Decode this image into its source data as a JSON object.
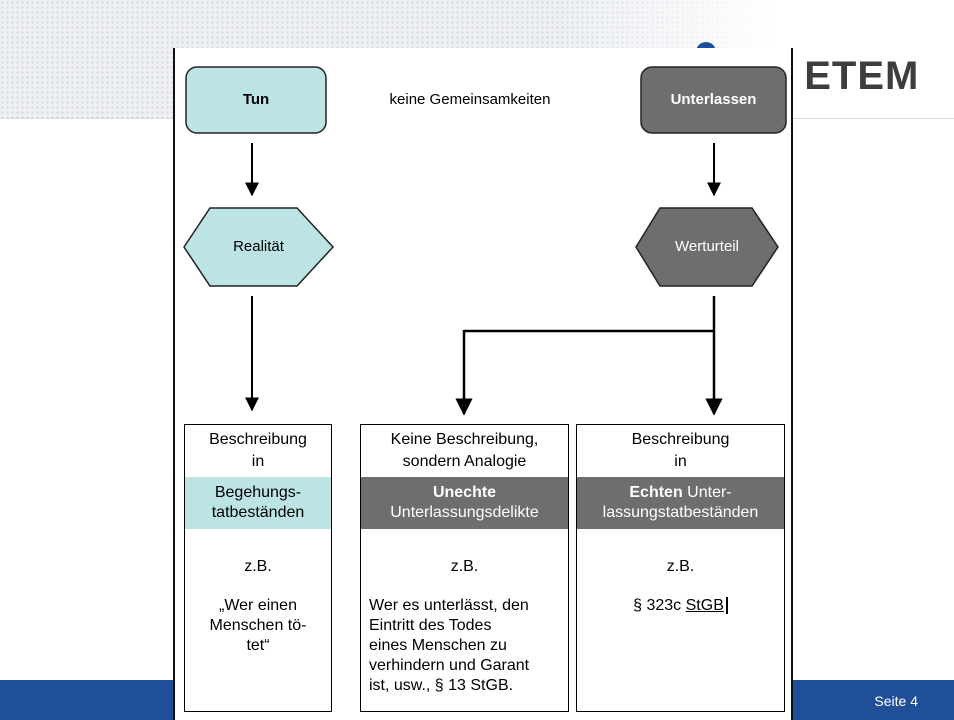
{
  "header": {
    "logo_text": "G ETEM"
  },
  "footer": {
    "page": "Seite 4"
  },
  "diagram": {
    "top_left_node": "Tun",
    "top_middle_text": "keine Gemeinsamkeiten",
    "top_right_node": "Unterlassen",
    "hex_left": "Realität",
    "hex_right": "Werturteil",
    "columns": [
      {
        "head": [
          "Beschreibung",
          "in"
        ],
        "band": [
          "Begehungs-",
          "tatbeständen"
        ],
        "zb": "z.B.",
        "example": [
          "„Wer einen",
          "Menschen tö-",
          "tet“"
        ]
      },
      {
        "head": [
          "Keine Beschreibung,",
          "sondern Analogie"
        ],
        "band_bold": "Unechte",
        "band_rest": "Unterlassungsdelikte",
        "zb": "z.B.",
        "example": [
          "Wer es unterlässt, den",
          "Eintritt des Todes",
          "eines Menschen zu",
          "verhindern und Garant",
          "ist, usw., § 13 StGB."
        ]
      },
      {
        "head": [
          "Beschreibung",
          "in"
        ],
        "band_bold": "Echten",
        "band_rest1": " Unter-",
        "band_rest2": "lassungstatbeständen",
        "zb": "z.B.",
        "example_prefix": "§ 323c ",
        "example_link": "StGB"
      }
    ]
  },
  "colors": {
    "teal": "#bde4e4",
    "gray": "#6e6e6e",
    "footer_blue": "#1f4f98"
  }
}
